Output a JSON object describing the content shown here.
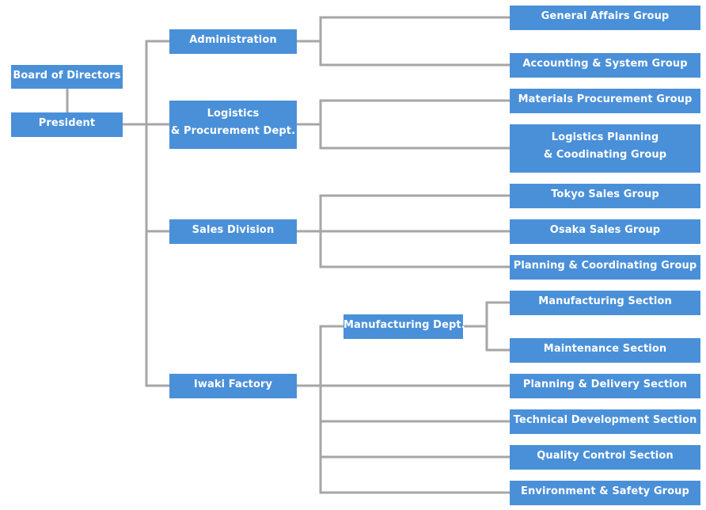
{
  "colors": {
    "box_fill": "#4a90d9",
    "box_text": "#ffffff",
    "connector": "#a6a6a6",
    "background": "#ffffff"
  },
  "org_chart": {
    "board": "Board of Directors",
    "president": "President",
    "administration": {
      "name": "Administration",
      "groups": [
        "General Affairs Group",
        "Accounting & System Group"
      ]
    },
    "logistics": {
      "name_line1": "Logistics",
      "name_line2": "& Procurement Dept.",
      "groups": [
        "Materials Procurement Group"
      ],
      "planning_group_line1": "Logistics Planning",
      "planning_group_line2": "& Coodinating Group"
    },
    "sales": {
      "name": "Sales Division",
      "groups": [
        "Tokyo Sales Group",
        "Osaka Sales Group",
        "Planning & Coordinating Group"
      ]
    },
    "iwaki": {
      "name": "Iwaki Factory",
      "manufacturing_dept": {
        "name": "Manufacturing Dept.",
        "sections": [
          "Manufacturing Section",
          "Maintenance Section"
        ]
      },
      "sections": [
        "Planning & Delivery Section",
        "Technical Development Section",
        "Quality Control Section",
        "Environment & Safety Group"
      ]
    }
  }
}
